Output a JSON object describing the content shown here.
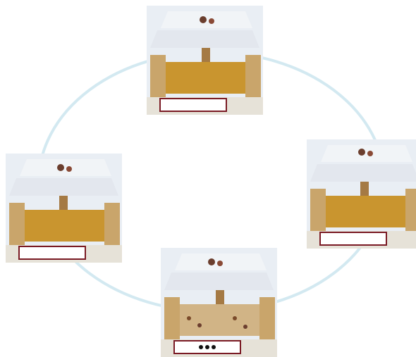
{
  "diagram": {
    "type": "cycle",
    "stages": [
      {
        "id": "top",
        "label": ""
      },
      {
        "id": "right",
        "label": ""
      },
      {
        "id": "bottom",
        "label": "",
        "marker_icon": "seed-cluster-icon"
      },
      {
        "id": "left",
        "label": ""
      }
    ],
    "colors": {
      "ring": "#d3e9f1",
      "label_border": "#7a1a24",
      "wood": "#c9a56b",
      "wood_dark": "#8a6a3a",
      "tray": "#c9952f",
      "snow": "#f1f4f7"
    }
  }
}
